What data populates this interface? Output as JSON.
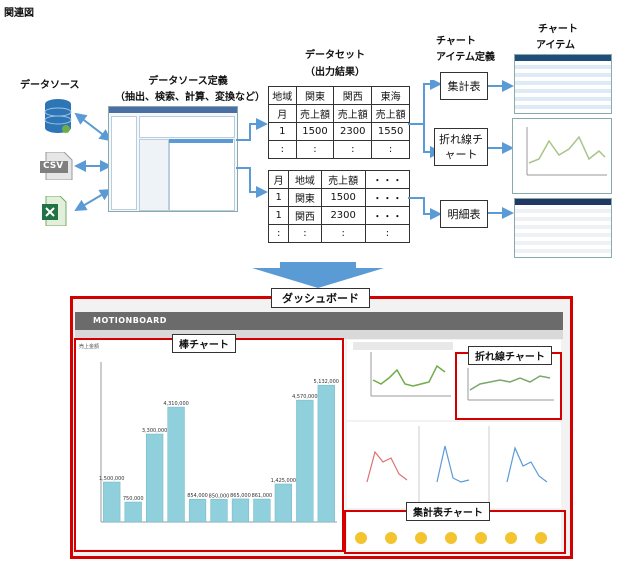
{
  "title": "関連図",
  "data_source": {
    "label": "データソース",
    "csv_label": "CSV"
  },
  "ds_definition": {
    "line1": "データソース定義",
    "line2": "（抽出、検索、計算、変換など）"
  },
  "dataset": {
    "line1": "データセット",
    "line2": "（出力結果）",
    "table1": [
      [
        "地域",
        "関東",
        "関西",
        "東海"
      ],
      [
        "月",
        "売上額",
        "売上額",
        "売上額"
      ],
      [
        "1",
        "1500",
        "2300",
        "1550"
      ],
      [
        ":",
        ":",
        ":",
        ":"
      ]
    ],
    "table2": [
      [
        "月",
        "地域",
        "売上額",
        "・・・"
      ],
      [
        "1",
        "関東",
        "1500",
        "・・・"
      ],
      [
        "1",
        "関西",
        "2300",
        "・・・"
      ],
      [
        ":",
        ":",
        ":",
        ":"
      ]
    ]
  },
  "chart_item_def": {
    "line1": "チャート",
    "line2": "アイテム定義",
    "boxes": [
      "集計表",
      "折れ線チャート",
      "明細表"
    ]
  },
  "chart_item": {
    "line1": "チャート",
    "line2": "アイテム"
  },
  "dashboard": {
    "title": "ダッシュボード",
    "bar_chart_label": "棒チャート",
    "line_chart_label": "折れ線チャート",
    "table_chart_label": "集計表チャート",
    "product_name": "MOTIONBOARD"
  },
  "colors": {
    "red": "#d40000",
    "arrow_blue": "#5b9bd5",
    "bar_teal": "#8fd0dc"
  },
  "chart_data": {
    "type": "bar",
    "ylabel": "売上金額",
    "values": [
      1500000,
      750000,
      3300000,
      4310000,
      854000,
      850000,
      865000,
      861000,
      1425000,
      4570000,
      5132000
    ],
    "value_labels": [
      "1,500,000",
      "750,000",
      "3,300,000",
      "4,310,000",
      "854,000",
      "850,000",
      "865,000",
      "861,000",
      "1,425,000",
      "4,570,000",
      "5,132,000"
    ],
    "ylim": [
      0,
      6000000
    ]
  }
}
